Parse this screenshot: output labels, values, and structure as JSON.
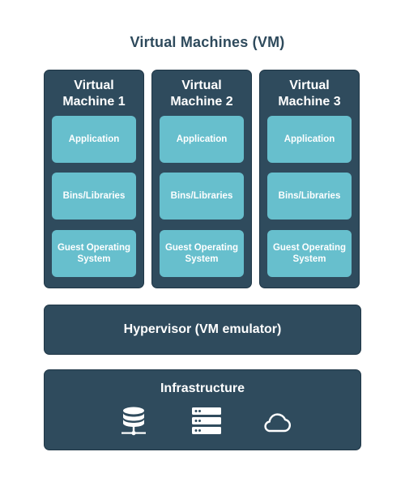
{
  "title": "Virtual Machines (VM)",
  "virtual_machines": [
    {
      "name_line1": "Virtual",
      "name_line2": "Machine 1",
      "layers": {
        "application": "Application",
        "bins": "Bins/Libraries",
        "os_line1": "Guest Operating",
        "os_line2": "System"
      }
    },
    {
      "name_line1": "Virtual",
      "name_line2": "Machine 2",
      "layers": {
        "application": "Application",
        "bins": "Bins/Libraries",
        "os_line1": "Guest Operating",
        "os_line2": "System"
      }
    },
    {
      "name_line1": "Virtual",
      "name_line2": "Machine 3",
      "layers": {
        "application": "Application",
        "bins": "Bins/Libraries",
        "os_line1": "Guest Operating",
        "os_line2": "System"
      }
    }
  ],
  "hypervisor": {
    "label": "Hypervisor (VM emulator)"
  },
  "infrastructure": {
    "label": "Infrastructure",
    "icons": [
      "database-icon",
      "server-rack-icon",
      "cloud-icon"
    ]
  },
  "colors": {
    "dark_panel": "#2f4b5d",
    "light_layer": "#67bfcd",
    "title_text": "#2e4a5c",
    "white": "#ffffff"
  }
}
